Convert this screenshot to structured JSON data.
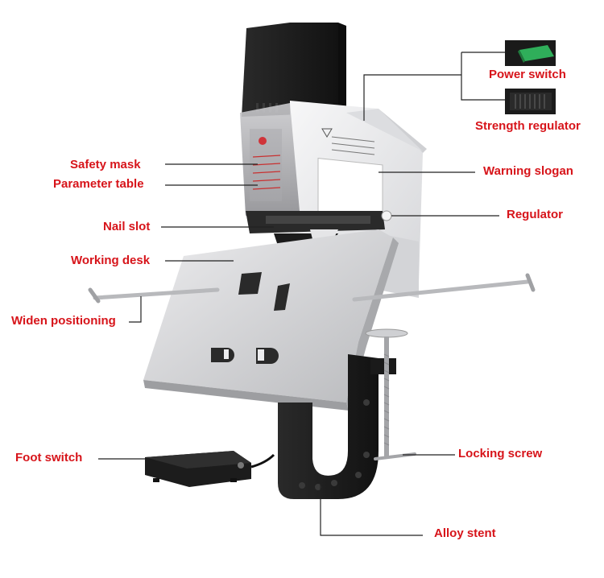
{
  "labels": {
    "power_switch": "Power switch",
    "strength_regulator": "Strength regulator",
    "safety_mask": "Safety mask",
    "parameter_table": "Parameter table",
    "warning_slogan": "Warning slogan",
    "nail_slot": "Nail slot",
    "regulator": "Regulator",
    "working_desk": "Working desk",
    "widen_positioning": "Widen positioning",
    "foot_switch": "Foot switch",
    "locking_screw": "Locking screw",
    "alloy_stent": "Alloy stent"
  },
  "colors": {
    "label": "#d7141a",
    "leader_line": "#222222",
    "body_white": "#eeeeef",
    "body_black": "#1c1c1c",
    "switch_green": "#2fae5a"
  }
}
